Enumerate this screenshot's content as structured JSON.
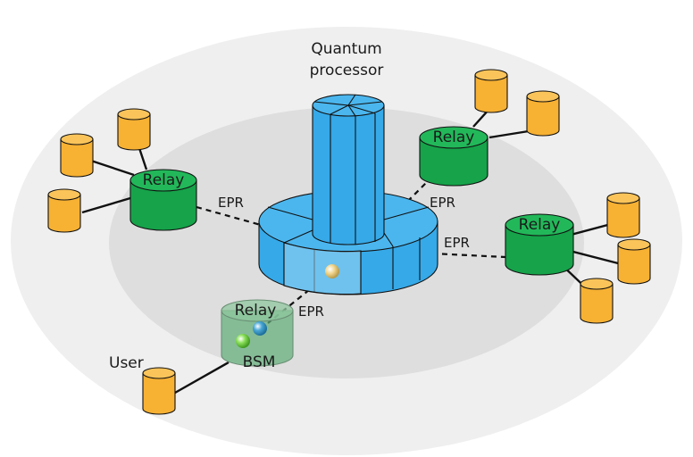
{
  "labels": {
    "quantum_processor_line1": "Quantum",
    "quantum_processor_line2": "processor",
    "relay": "Relay",
    "epr": "EPR",
    "bsm": "BSM",
    "user": "User"
  },
  "colors": {
    "outer_ellipse": "#efefef",
    "inner_ellipse": "#dedede",
    "processor": "#36a9e8",
    "relay": "#16a34a",
    "relay_translucent": "#5fae78",
    "user_node": "#f7b133",
    "line": "#111111"
  }
}
